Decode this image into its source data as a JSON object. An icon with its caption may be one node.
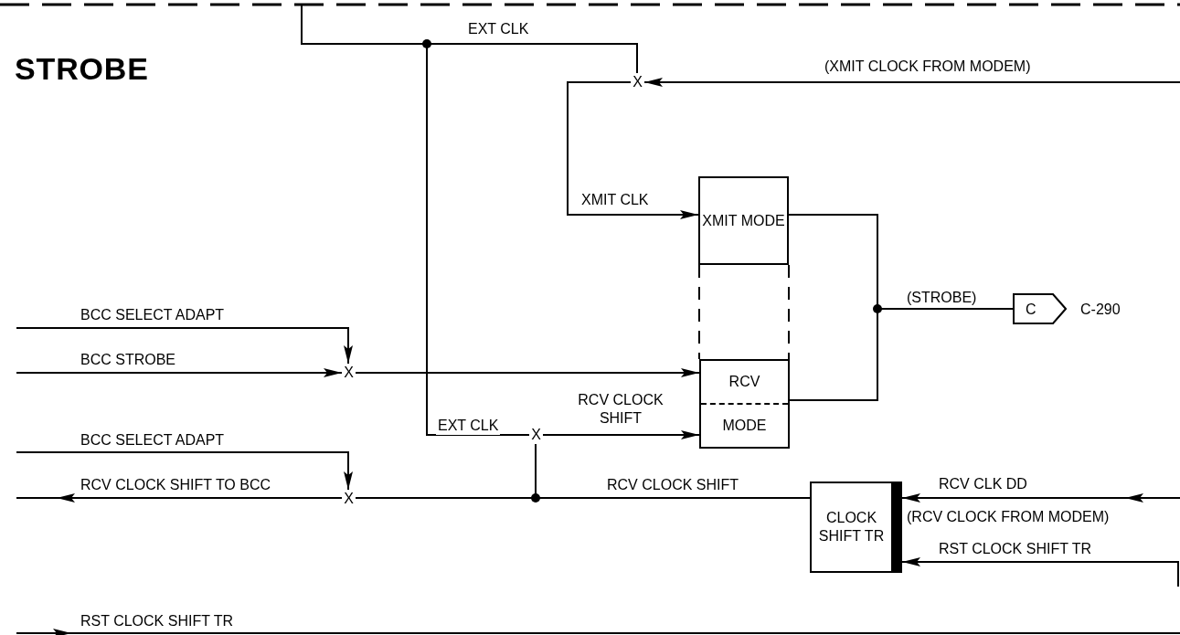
{
  "diagram": {
    "title": "STROBE",
    "nodes": [
      {
        "text": [
          "XMIT MODE"
        ]
      },
      {
        "text": [
          "RCV",
          "MODE"
        ]
      },
      {
        "text": [
          "CLOCK SHIFT TR"
        ]
      },
      {
        "text": [
          "C"
        ],
        "beside": [
          "C-290"
        ]
      },
      {
        "text": [
          "X"
        ]
      },
      {
        "text": [
          "X"
        ]
      },
      {
        "text": [
          "X"
        ]
      },
      {
        "text": [
          "X"
        ]
      }
    ],
    "edges": [
      {
        "from": null,
        "to": 4,
        "arrow": "none",
        "label": "EXT CLK"
      },
      {
        "from": null,
        "to": 6,
        "arrow": "none",
        "label": "EXT CLK"
      },
      {
        "from": null,
        "to": 4,
        "arrow": "to",
        "label": "(XMIT CLOCK FROM MODEM)"
      },
      {
        "from": 4,
        "to": 0,
        "arrow": "to",
        "label": "XMIT CLK"
      },
      {
        "from": 0,
        "to": 3,
        "arrow": "none",
        "label": "(STROBE)"
      },
      {
        "from": 1,
        "to": 3,
        "arrow": "none"
      },
      {
        "from": null,
        "to": 5,
        "arrow": "to",
        "label": "BCC SELECT ADAPT"
      },
      {
        "from": null,
        "to": 5,
        "arrow": "to",
        "label": "BCC STROBE"
      },
      {
        "from": 5,
        "to": 1,
        "arrow": "to"
      },
      {
        "from": 6,
        "to": 1,
        "arrow": "to",
        "label": "RCV CLOCK SHIFT"
      },
      {
        "from": 2,
        "to": 6,
        "arrow": "none"
      },
      {
        "from": 2,
        "to": 7,
        "arrow": "none",
        "label": "RCV CLOCK SHIFT"
      },
      {
        "from": null,
        "to": 7,
        "arrow": "to",
        "label": "BCC SELECT ADAPT"
      },
      {
        "from": 7,
        "to": null,
        "arrow": "to",
        "label": "RCV CLOCK SHIFT TO BCC"
      },
      {
        "from": null,
        "to": 2,
        "arrow": "to",
        "label": "RCV CLK DD"
      },
      {
        "from": null,
        "to": 2,
        "arrow": "to",
        "label": "RST CLOCK SHIFT TR"
      },
      {
        "from": 0,
        "to": 1,
        "arrow": "none",
        "style": "dashed"
      },
      {
        "from": 0,
        "to": 1,
        "arrow": "none",
        "style": "dashed"
      }
    ],
    "labels": [
      "(RCV CLOCK FROM MODEM)",
      "RST CLOCK SHIFT TR"
    ]
  }
}
